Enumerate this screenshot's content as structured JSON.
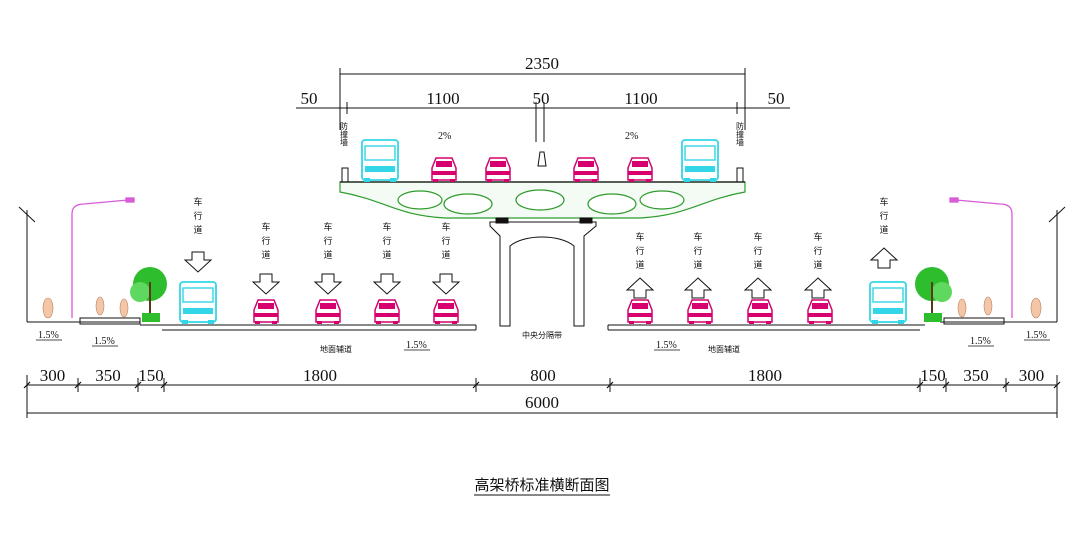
{
  "title": "高架桥标准横断面图",
  "top_dims": {
    "total": "2350",
    "left_edge": "50",
    "left_deck": "1100",
    "center": "50",
    "right_deck": "1100",
    "right_edge": "50"
  },
  "deck_slopes": [
    "2%",
    "2%"
  ],
  "barrier_labels": [
    "防撞墙",
    "防撞墙"
  ],
  "lane_label": "车行道",
  "median_label": "中央分隔带",
  "aux_road_label": "地面辅道",
  "ground_slopes": {
    "left_sidewalk": "1.5%",
    "left_verge": "1.5%",
    "left_road": "1.5%",
    "right_road": "1.5%",
    "right_verge": "1.5%",
    "right_sidewalk": "1.5%"
  },
  "bottom_dims": [
    "300",
    "350",
    "150",
    "1800",
    "800",
    "1800",
    "150",
    "350",
    "300"
  ],
  "bottom_total": "6000",
  "colors": {
    "vehicle": "#d6006e",
    "bus": "#33d6e6",
    "deck": "#2e9c2e",
    "tree": "#2dbd2d",
    "lamp": "#d85bd8",
    "line": "#111111"
  }
}
